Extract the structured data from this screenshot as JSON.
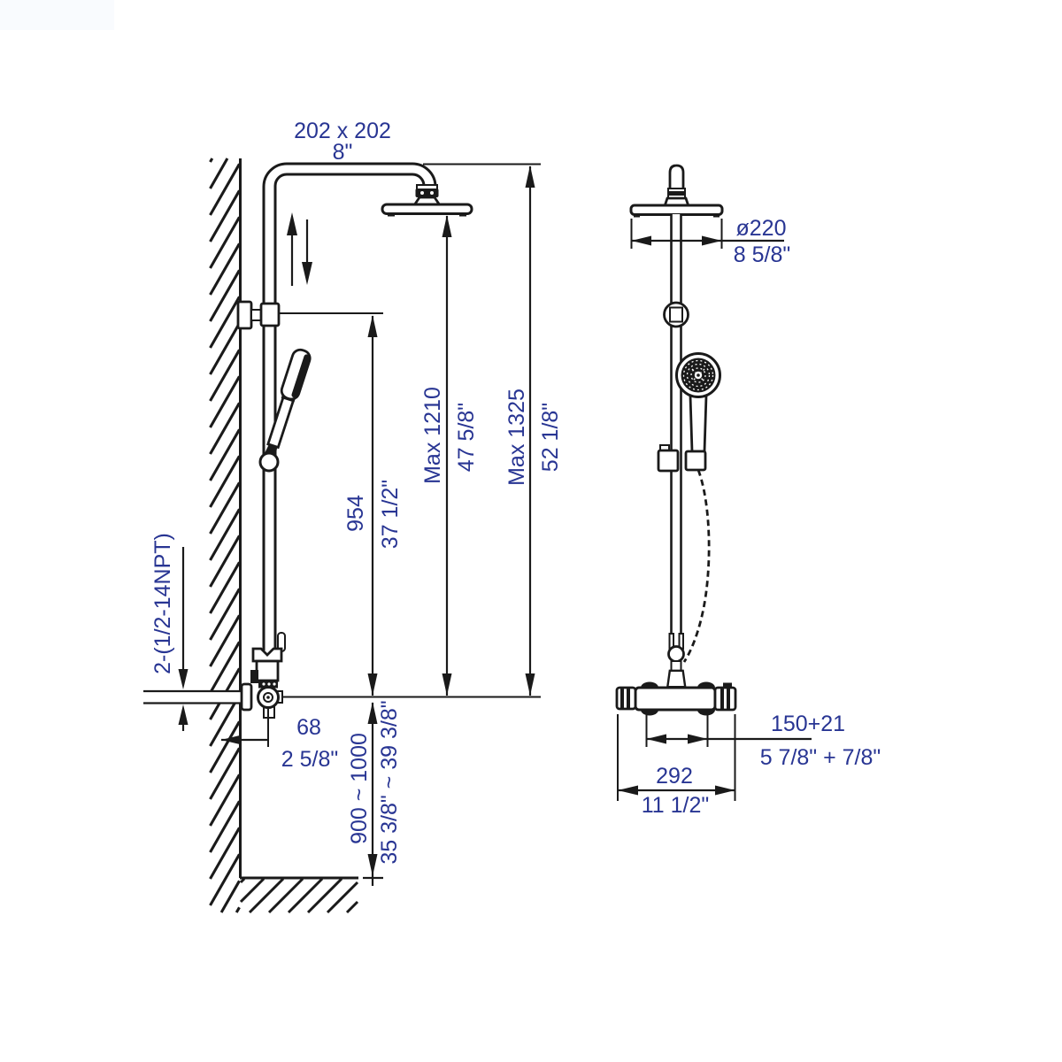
{
  "drawing": {
    "type": "shower-system-dimension-diagram",
    "colors": {
      "line": "#1a1a1a",
      "dimension_text": "#283593",
      "corner_shade": "#f9fbfe"
    }
  },
  "side_view": {
    "dims": {
      "head_size": {
        "mm": "202 x 202",
        "in": "8\""
      },
      "bracket_height": {
        "mm": "954",
        "in": "37 1/2\""
      },
      "max_head": {
        "mm": "Max 1210",
        "in": "47 5/8\""
      },
      "max_top": {
        "mm": "Max 1325",
        "in": "52 1/8\""
      },
      "wall_offset": {
        "mm": "68",
        "in": "2 5/8\""
      },
      "install_height": {
        "mm": "900 ~ 1000",
        "in": "35 3/8\" ~ 39 3/8\""
      },
      "supply_thread": "2-(1/2-14NPT)"
    }
  },
  "front_view": {
    "dims": {
      "head_diameter": {
        "mm": "ø220",
        "in": "8 5/8\""
      },
      "inlet_centers": {
        "mm": "150+21",
        "in": "5 7/8\" + 7/8\""
      },
      "valve_width": {
        "mm": "292",
        "in": "11 1/2\""
      }
    }
  }
}
